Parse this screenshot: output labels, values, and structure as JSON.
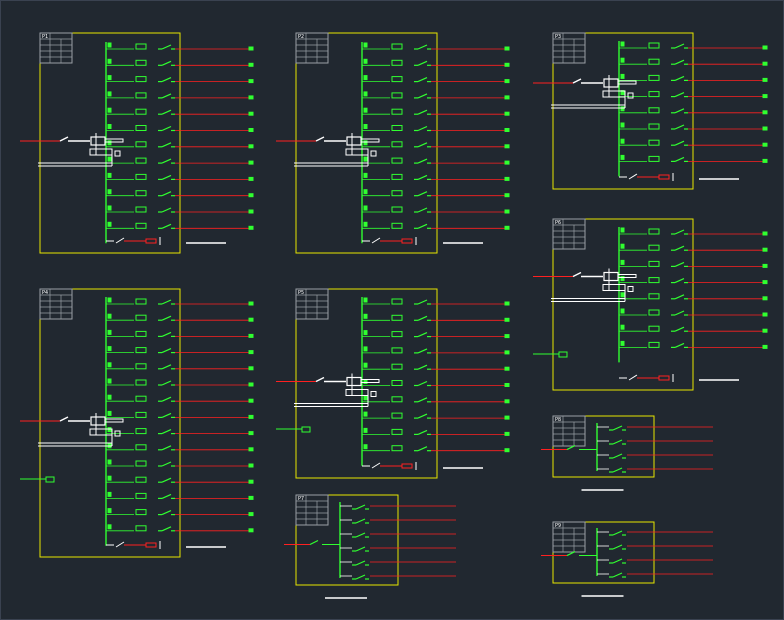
{
  "app": {
    "title": ""
  },
  "colors": {
    "background": "#212830",
    "frame": "#e6e600",
    "feeder": "#ff2020",
    "breaker": "#30ff30",
    "busbar": "#30ff30",
    "table": "#9aa0a6",
    "incomer": "#ffffff",
    "meter": "#ff2020"
  },
  "panels": [
    {
      "id": "p1",
      "tag": "P1",
      "circuits": 12,
      "layout": "full",
      "meter": true,
      "side_box": false
    },
    {
      "id": "p2",
      "tag": "P2",
      "circuits": 12,
      "layout": "full",
      "meter": true,
      "side_box": false
    },
    {
      "id": "p3",
      "tag": "P3",
      "circuits": 8,
      "layout": "full",
      "meter": true,
      "side_box": false
    },
    {
      "id": "p4",
      "tag": "P4",
      "circuits": 15,
      "layout": "full",
      "meter": true,
      "side_box": true
    },
    {
      "id": "p5",
      "tag": "P5",
      "circuits": 10,
      "layout": "full",
      "meter": true,
      "side_box": true
    },
    {
      "id": "p6",
      "tag": "P6",
      "circuits": 8,
      "layout": "full",
      "meter": true,
      "side_box": true
    },
    {
      "id": "p7",
      "tag": "P7",
      "circuits": 6,
      "layout": "simple",
      "meter": false,
      "side_box": false
    },
    {
      "id": "p8",
      "tag": "P8",
      "circuits": 4,
      "layout": "simple",
      "meter": false,
      "side_box": false
    },
    {
      "id": "p9",
      "tag": "P9",
      "circuits": 4,
      "layout": "simple",
      "meter": false,
      "side_box": false
    }
  ]
}
